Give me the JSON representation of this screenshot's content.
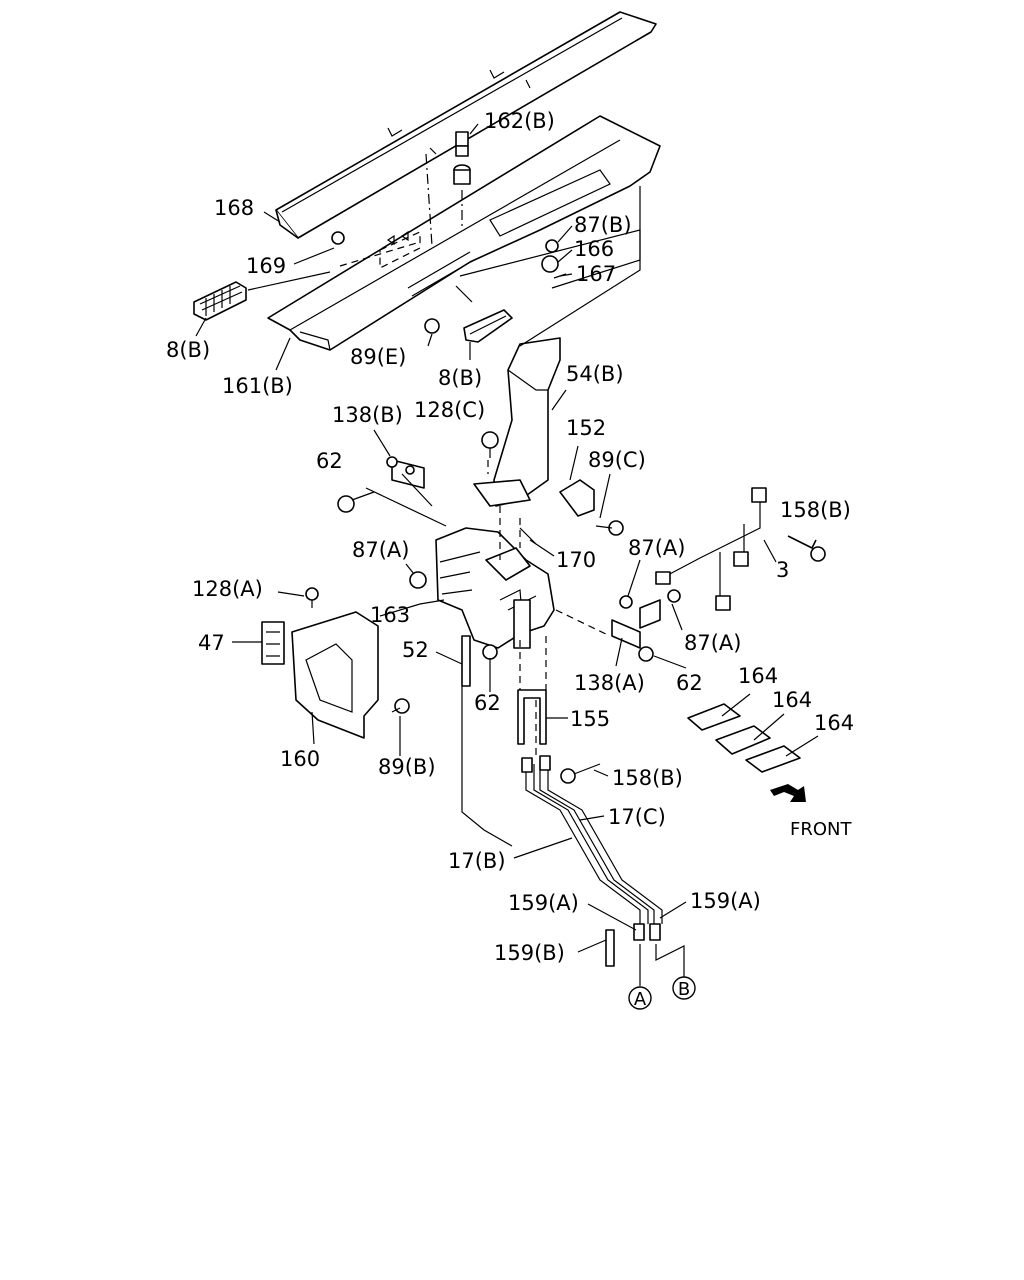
{
  "labels": {
    "l162b": "162(B)",
    "l168": "168",
    "l87b": "87(B)",
    "l166": "166",
    "l169": "169",
    "l167": "167",
    "l8b_a": "8(B)",
    "l89e": "89(E)",
    "l161b": "161(B)",
    "l8b_b": "8(B)",
    "l54b": "54(B)",
    "l138b": "138(B)",
    "l128c": "128(C)",
    "l152": "152",
    "l62_a": "62",
    "l89c": "89(C)",
    "l158b_a": "158(B)",
    "l87a_a": "87(A)",
    "l170": "170",
    "l87a_b": "87(A)",
    "l3": "3",
    "l128a": "128(A)",
    "l163": "163",
    "l47": "47",
    "l87a_c": "87(A)",
    "l52": "52",
    "l138a": "138(A)",
    "l62_b": "62",
    "l62_c": "62",
    "l164_a": "164",
    "l164_b": "164",
    "l164_c": "164",
    "l155": "155",
    "l160": "160",
    "l89b": "89(B)",
    "l158b_b": "158(B)",
    "l17c": "17(C)",
    "l17b": "17(B)",
    "l159a_a": "159(A)",
    "l159a_b": "159(A)",
    "l159b": "159(B)",
    "refA": "A",
    "refB": "B",
    "front": "FRONT"
  },
  "icons": {
    "front_arrow": "arrow-down-right-icon"
  }
}
